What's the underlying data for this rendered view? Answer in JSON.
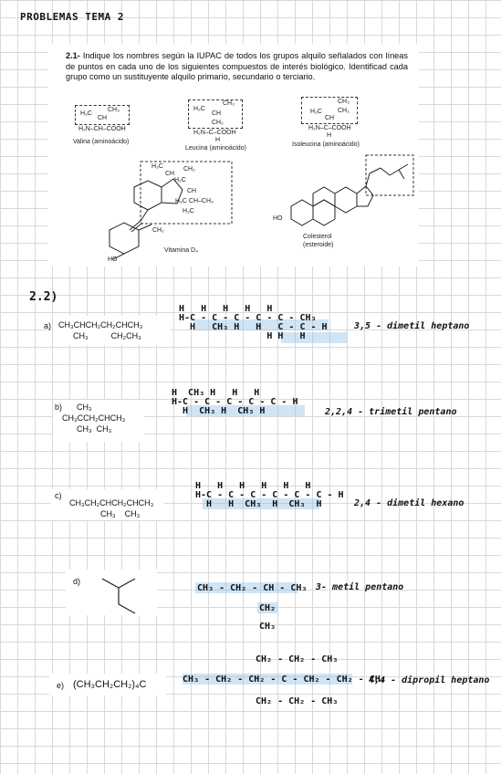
{
  "header": {
    "title": "PROBLEMAS TEMA 2"
  },
  "problem_2_1": {
    "number": "2.1-",
    "text": "Indique los  nombres según la IUPAC de todos los grupos alquilo señalados con líneas de puntos en cada uno de los siguientes compuestos de interés biológico. Identificad cada grupo como un sustituyente alquilo primario, secundario o terciario.",
    "compounds": [
      {
        "caption": "Valina (aminoácido)"
      },
      {
        "caption": "Leucina (aminoácido)"
      },
      {
        "caption": "Isoleucina (aminoácido)"
      },
      {
        "caption": "Vitamina D₄"
      },
      {
        "caption_line1": "Colesterol",
        "caption_line2": "(esteroide)"
      }
    ],
    "labels": {
      "valina_a": "CH₃",
      "valina_b": "H₃C",
      "valina_c": "CH",
      "valina_d": "H₂N–CH–COOH",
      "leucina_a": "CH₃",
      "leucina_b": "H₃C",
      "leucina_c": "CH",
      "leucina_d": "CH₂",
      "leucina_e": "H₂N–C–COOH",
      "leucina_f": "H",
      "iso_a": "CH₃",
      "iso_b": "H₃C",
      "iso_c": "CH₂",
      "iso_d": "CH",
      "iso_e": "H₂N–C–COOH",
      "iso_f": "H",
      "vit_a": "H₃C",
      "vit_b": "CH",
      "vit_c": "CH₂",
      "vit_d": "H₂C",
      "vit_e": "CH",
      "vit_f": "H₃C  CH–CH₃",
      "vit_g": "H₃C",
      "vit_h": "CH₂",
      "vit_i": "HO",
      "col_a": "HO"
    }
  },
  "problem_2_2": {
    "number": "2.2)",
    "items": [
      {
        "letter": "a)",
        "formula_line1": "CH₃CHCH₂CH₂CHCH₃",
        "formula_line2": "CH₃          CH₂CH₃",
        "struct": "H   H   H   H   H\nH-C - C - C - C - C - CH₃\n  H   CH₃ H   H   C - C - H\n                H H   H",
        "name": "3,5 - dimetil heptano"
      },
      {
        "letter": "b)",
        "formula_line1": "CH₃",
        "formula_line2": "CH₃CCH₂CHCH₃",
        "formula_line3": "CH₃  CH₃",
        "struct": "H  CH₃ H   H   H\nH-C - C - C - C - C - H\n  H  CH₃ H  CH₃ H",
        "name": "2,2,4 - trimetil pentano"
      },
      {
        "letter": "c)",
        "formula_line1": "CH₃CH₂CHCH₂CHCH₃",
        "formula_line2": "CH₃    CH₃",
        "struct": "H   H   H   H   H   H\nH-C - C - C - C - C - C - H\n  H   H  CH₃  H  CH₃  H",
        "name": "2,4 - dimetil hexano"
      },
      {
        "letter": "d)",
        "struct_main": "CH₃ - CH₂ - CH - CH₃",
        "struct_b1": "CH₂",
        "struct_b2": "CH₃",
        "name": "3- metil pentano"
      },
      {
        "letter": "e)",
        "formula_line1": "(CH₃CH₂CH₂)₄C",
        "struct_top": "CH₂ - CH₂ - CH₃",
        "struct_main": "CH₃ - CH₂ - CH₂ - C - CH₂ - CH₂ - CH₃",
        "struct_bot": "CH₂ - CH₂ - CH₃",
        "name": "4,4 - dipropil heptano"
      }
    ]
  }
}
